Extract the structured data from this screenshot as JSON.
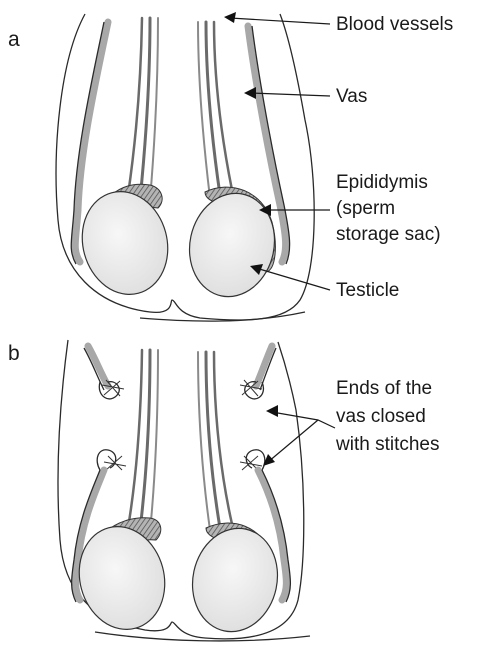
{
  "panels": [
    {
      "letter": "a",
      "labels": {
        "blood_vessels": "Blood vessels",
        "vas": "Vas",
        "epididymis_line1": "Epididymis",
        "epididymis_line2": "(sperm",
        "epididymis_line3": "storage sac)",
        "testicle": "Testicle"
      }
    },
    {
      "letter": "b",
      "labels": {
        "ends_line1": "Ends of the",
        "ends_line2": "vas closed",
        "ends_line3": "with stitches"
      }
    }
  ],
  "colors": {
    "outline": "#2a2a2a",
    "vessel": "#7a7a7a",
    "vas": "#a8a8a8",
    "epididymis": "#8c8c8c",
    "testicle": "#ededed"
  }
}
